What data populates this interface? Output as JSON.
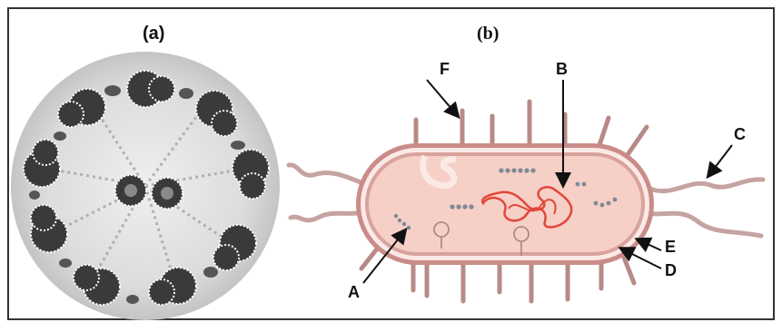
{
  "panels": {
    "a": {
      "title": "(a)"
    },
    "b": {
      "title": "(b)"
    }
  },
  "callouts": {
    "a": "A",
    "b": "B",
    "c": "C",
    "d": "D",
    "e": "E",
    "f": "F"
  },
  "colors": {
    "frame": "#333333",
    "micrograph_bg": "#d9d9d9",
    "organelle": "#3a3a3a",
    "cell_wall": "#c98c88",
    "cytoplasm": "#f6cfc6",
    "dna": "#e0483b",
    "appendage": "#b88a86"
  }
}
